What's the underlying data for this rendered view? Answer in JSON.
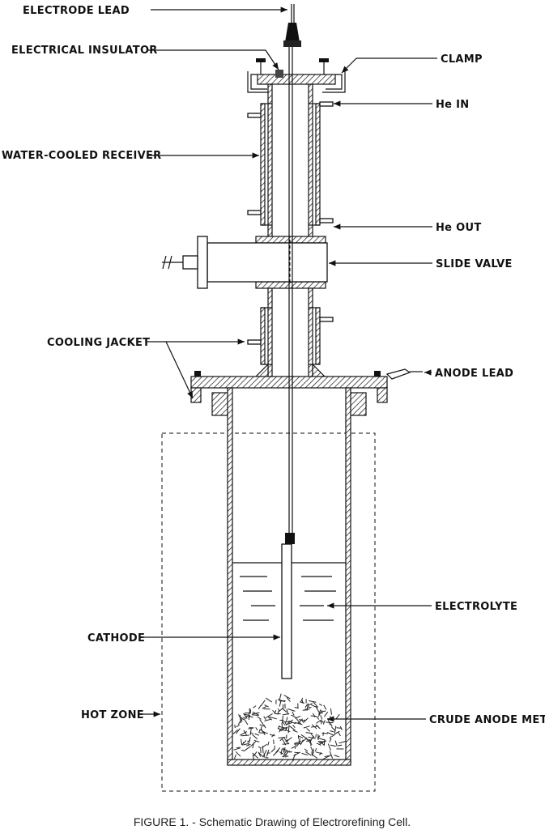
{
  "labels": {
    "electrode_lead": "ELECTRODE LEAD",
    "electrical_insulator": "ELECTRICAL INSULATOR",
    "clamp": "CLAMP",
    "he_in": "He IN",
    "water_cooled_receiver": "WATER-COOLED RECEIVER",
    "he_out": "He OUT",
    "slide_valve": "SLIDE VALVE",
    "cooling_jacket": "COOLING JACKET",
    "anode_lead": "ANODE LEAD",
    "electrolyte": "ELECTROLYTE",
    "cathode": "CATHODE",
    "hot_zone": "HOT ZONE",
    "crude_anode_metal": "CRUDE ANODE METAL"
  },
  "caption": "FIGURE 1. - Schematic Drawing of Electrorefining Cell."
}
